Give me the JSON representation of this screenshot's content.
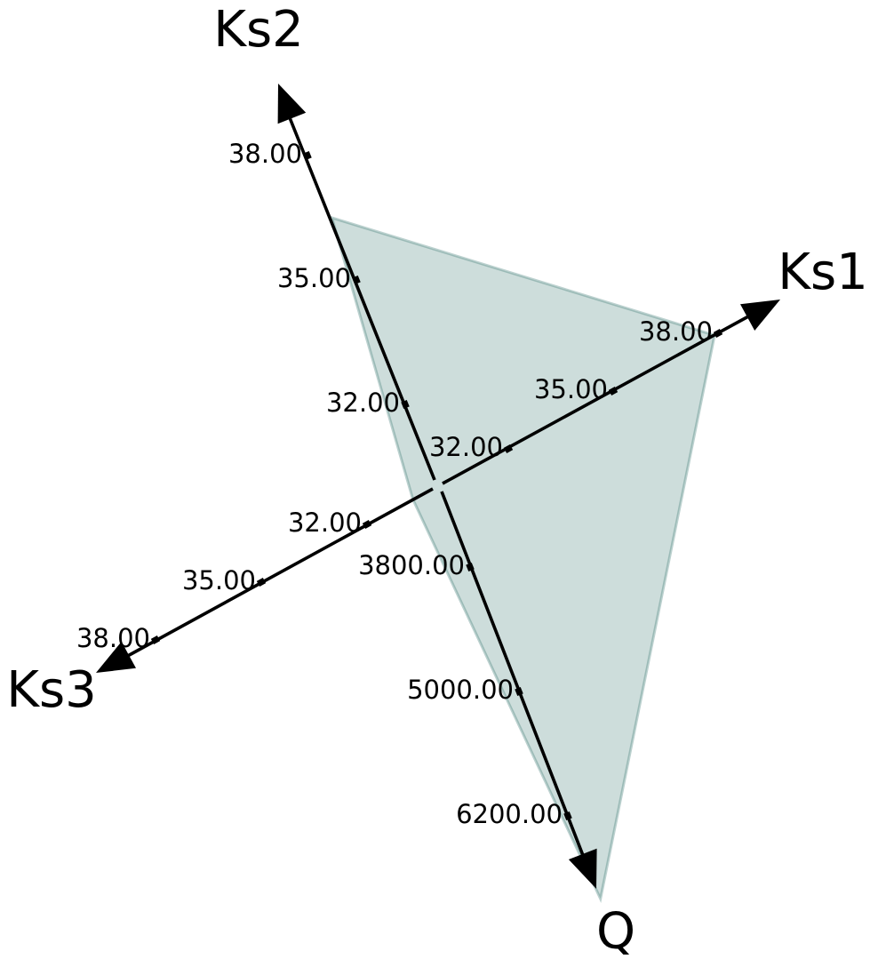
{
  "chart_data": {
    "type": "radar",
    "axes": [
      {
        "name": "Ks1",
        "direction": "upper-right",
        "ticks": [
          32,
          35,
          38
        ],
        "tick_labels": [
          "32.00",
          "35.00",
          "38.00"
        ]
      },
      {
        "name": "Ks2",
        "direction": "up",
        "ticks": [
          32,
          35,
          38
        ],
        "tick_labels": [
          "32.00",
          "35.00",
          "38.00"
        ]
      },
      {
        "name": "Ks3",
        "direction": "lower-left",
        "ticks": [
          32,
          35,
          38
        ],
        "tick_labels": [
          "32.00",
          "35.00",
          "38.00"
        ]
      },
      {
        "name": "Q",
        "direction": "down",
        "ticks": [
          3800,
          5000,
          6200
        ],
        "tick_labels": [
          "3800.00",
          "5000.00",
          "6200.00"
        ]
      }
    ],
    "series": [
      {
        "values": {
          "Ks1": 37.9,
          "Ks2": 36.5,
          "Ks3": 30.7,
          "Q": 7000
        }
      }
    ],
    "colors": {
      "area_fill": "#2f6f6a",
      "axis": "#000000",
      "text": "#000000"
    }
  }
}
